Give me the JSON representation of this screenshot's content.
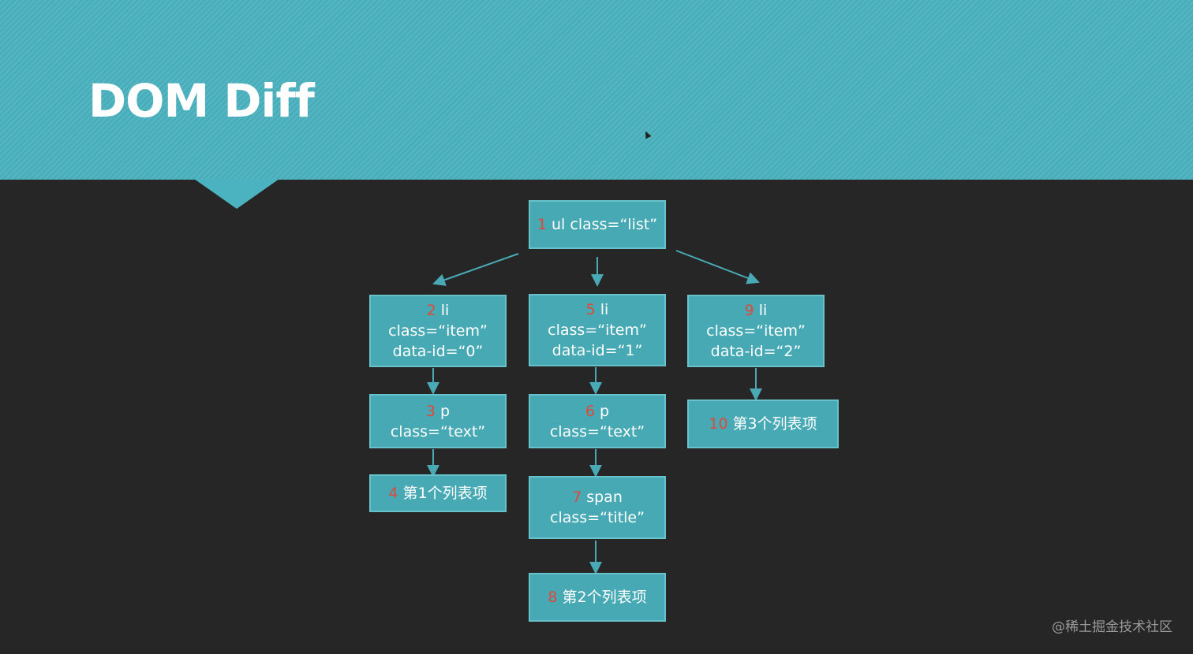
{
  "slide": {
    "title": "DOM Diff",
    "watermark": "@稀土掘金技术社区"
  },
  "colors": {
    "header": "#4bb3bf",
    "background": "#262626",
    "node_fill": "#46a9b4",
    "node_number": "#e0493a"
  },
  "tree": {
    "nodes": [
      {
        "id": "n1",
        "num": "1",
        "lines": [
          "ul class=“list”"
        ]
      },
      {
        "id": "n2",
        "num": "2",
        "lines": [
          "li",
          "class=“item”",
          "data-id=“0”"
        ]
      },
      {
        "id": "n3",
        "num": "3",
        "lines": [
          "p",
          "class=“text”"
        ]
      },
      {
        "id": "n4",
        "num": "4",
        "lines": [
          "第1个列表项"
        ]
      },
      {
        "id": "n5",
        "num": "5",
        "lines": [
          "li",
          "class=“item”",
          "data-id=“1”"
        ]
      },
      {
        "id": "n6",
        "num": "6",
        "lines": [
          "p",
          "class=“text”"
        ]
      },
      {
        "id": "n7",
        "num": "7",
        "lines": [
          "span",
          "class=“title”"
        ]
      },
      {
        "id": "n8",
        "num": "8",
        "lines": [
          "第2个列表项"
        ]
      },
      {
        "id": "n9",
        "num": "9",
        "lines": [
          "li",
          "class=“item”",
          "data-id=“2”"
        ]
      },
      {
        "id": "n10",
        "num": "10",
        "lines": [
          "第3个列表项"
        ]
      }
    ],
    "edges": [
      [
        "n1",
        "n2"
      ],
      [
        "n1",
        "n5"
      ],
      [
        "n1",
        "n9"
      ],
      [
        "n2",
        "n3"
      ],
      [
        "n3",
        "n4"
      ],
      [
        "n5",
        "n6"
      ],
      [
        "n6",
        "n7"
      ],
      [
        "n7",
        "n8"
      ],
      [
        "n9",
        "n10"
      ]
    ]
  }
}
